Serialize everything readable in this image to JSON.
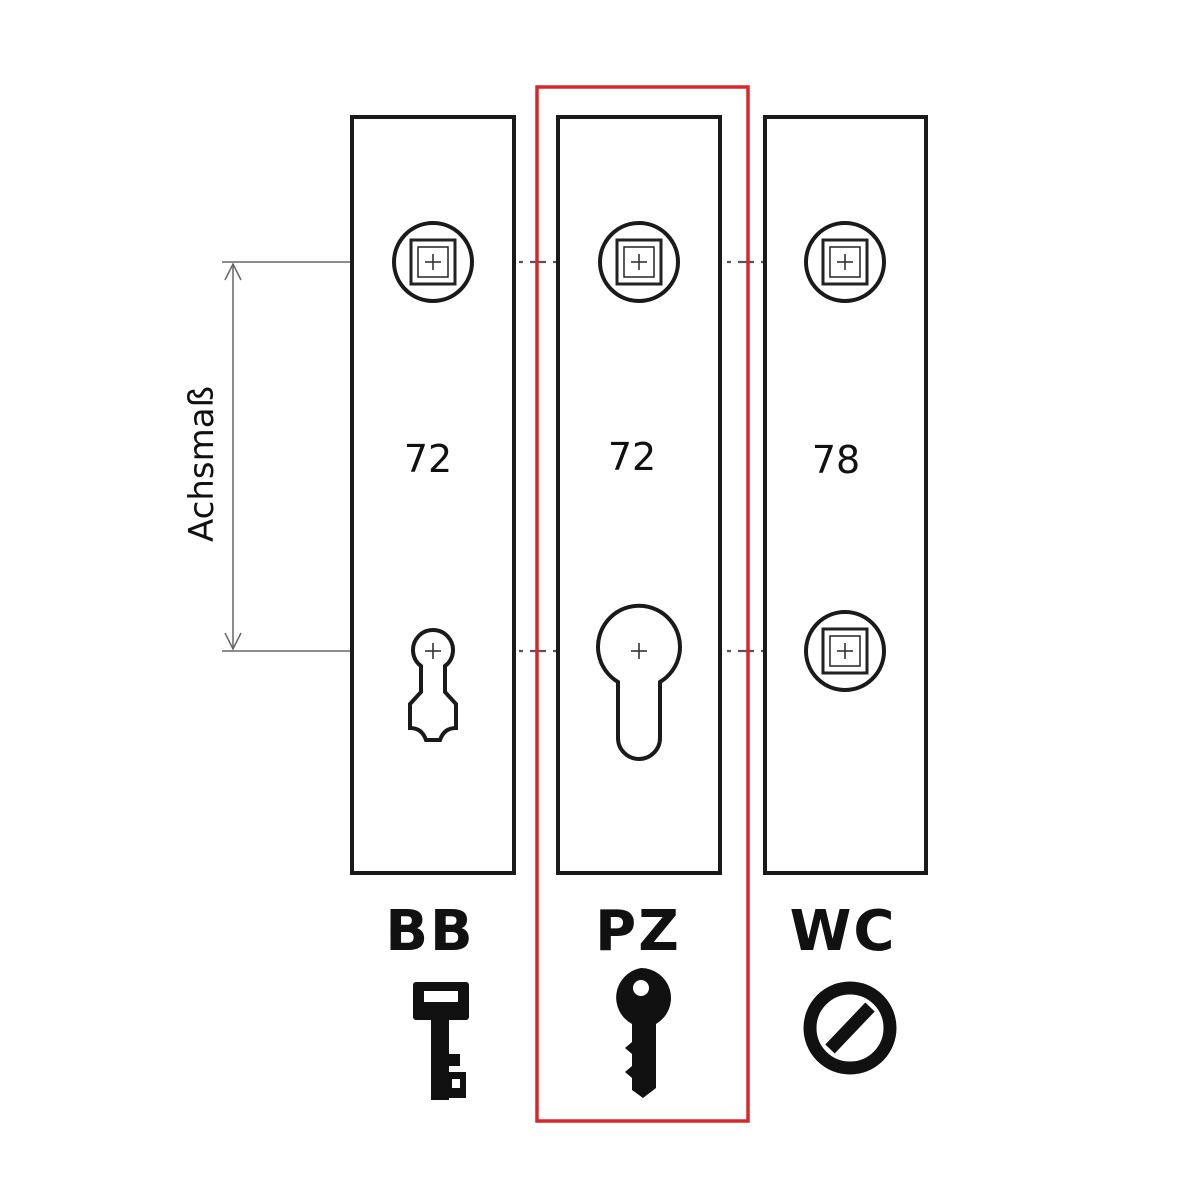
{
  "axis_label": "Achsmaß",
  "highlight_color": "#d9262b",
  "plates": [
    {
      "id": "bb",
      "type_label": "BB",
      "spacing": "72",
      "icon": "bit-key-icon",
      "top_hole": "handle-rose",
      "bottom_hole": "keyhole"
    },
    {
      "id": "pz",
      "type_label": "PZ",
      "spacing": "72",
      "icon": "cylinder-key-icon",
      "top_hole": "handle-rose",
      "bottom_hole": "profile-cylinder",
      "highlighted": true
    },
    {
      "id": "wc",
      "type_label": "WC",
      "spacing": "78",
      "icon": "wc-lock-icon",
      "top_hole": "handle-rose",
      "bottom_hole": "wc-rose"
    }
  ]
}
